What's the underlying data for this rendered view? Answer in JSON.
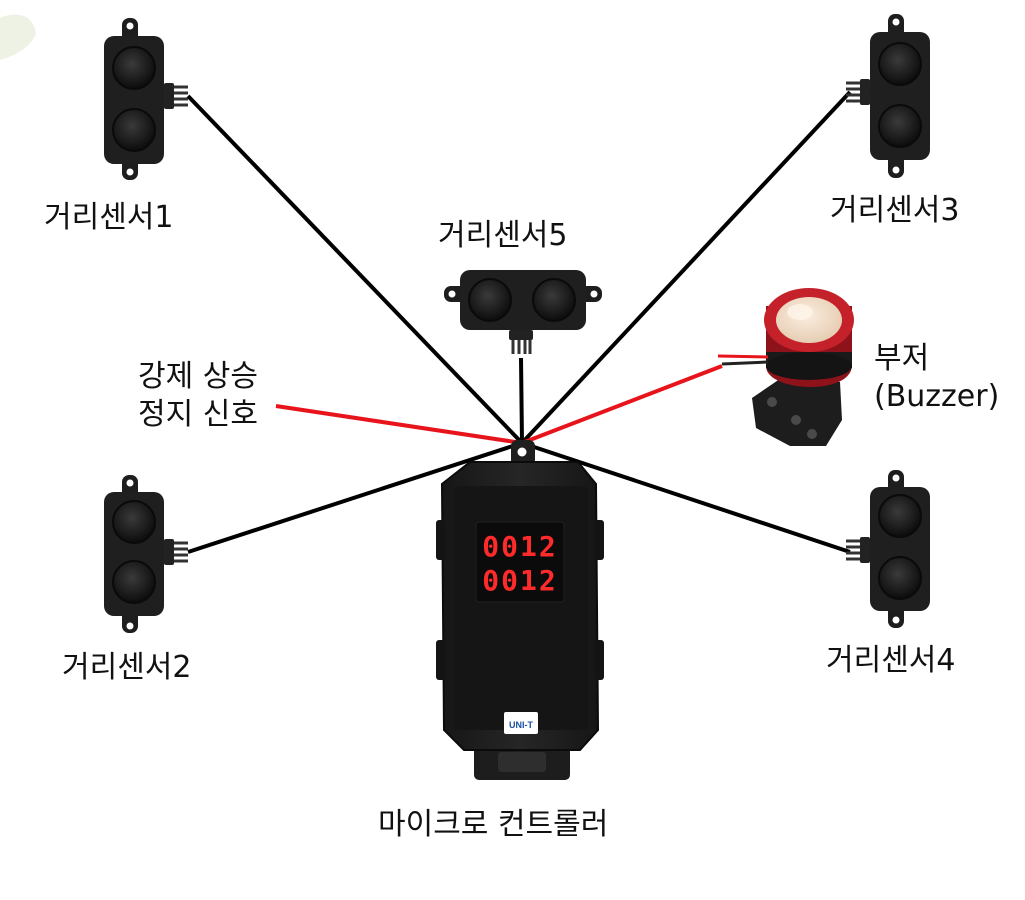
{
  "labels": {
    "sensor1": "거리센서1",
    "sensor2": "거리센서2",
    "sensor3": "거리센서3",
    "sensor4": "거리센서4",
    "sensor5": "거리센서5",
    "stop_signal_line1": "강제 상승",
    "stop_signal_line2": "정지 신호",
    "buzzer_line1": "부저",
    "buzzer_line2": "(Buzzer)",
    "controller": "마이크로 컨트롤러"
  },
  "controller_display": {
    "row1": "0012",
    "row2": "0012",
    "logo": "UNI-T"
  },
  "colors": {
    "wire": "#000000",
    "signal_wire": "#e8141c",
    "segment_on": "#ff2a2a",
    "device_body": "#1c1c1c"
  },
  "icons": {
    "sensor": "ultrasonic-distance-sensor-icon",
    "buzzer": "buzzer-siren-icon",
    "controller": "microcontroller-device-icon"
  }
}
